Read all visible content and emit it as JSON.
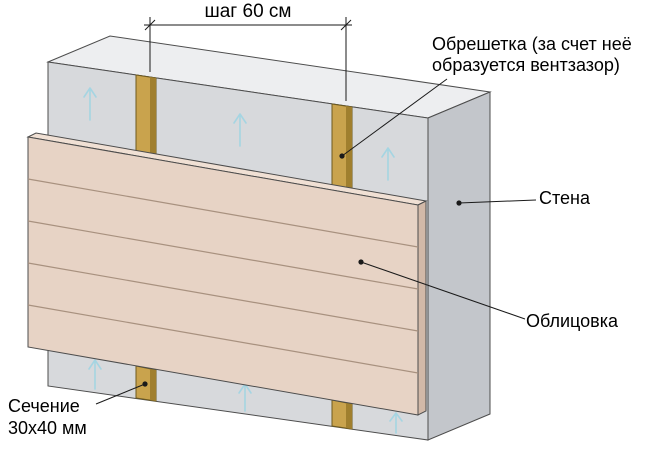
{
  "diagram": {
    "labels": {
      "dimension": "шаг 60 см",
      "battens_line1": "Обрешетка (за счет неё",
      "battens_line2": "образуется вентзазор)",
      "wall": "Стена",
      "cladding": "Облицовка",
      "section_line1": "Сечение",
      "section_line2": "30х40 мм"
    },
    "colors": {
      "wall_front": "#d7d9dc",
      "wall_top": "#edeef0",
      "wall_side": "#c3c6cb",
      "batten": "#c9a34d",
      "batten_shade": "#a07f2e",
      "batten_outline": "#6e5a1e",
      "cladding": "#e7d3c5",
      "cladding_top": "#f0e0d4",
      "cladding_side": "#d2b9a8",
      "board_line": "#a8917f",
      "arrow": "#a5d5e2",
      "outline": "#4d4d4d",
      "leader": "#1a1a1a",
      "text": "#000000"
    }
  }
}
